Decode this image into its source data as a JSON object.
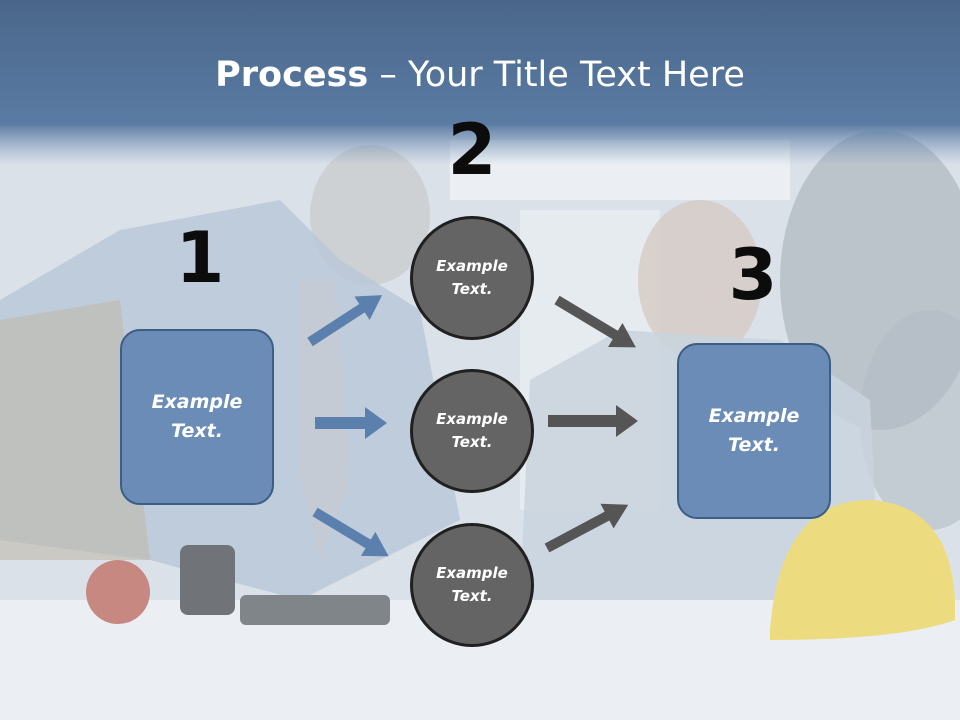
{
  "title": {
    "bold": "Process",
    "rest": " – Your Title Text Here"
  },
  "steps": [
    {
      "number": "1",
      "label": [
        "Example",
        "Text."
      ]
    },
    {
      "number": "2",
      "label": [
        "Example",
        "Text."
      ]
    },
    {
      "number": "3",
      "label": [
        "Example",
        "Text."
      ]
    }
  ],
  "circles": [
    {
      "label": [
        "Example",
        "Text."
      ]
    },
    {
      "label": [
        "Example",
        "Text."
      ]
    },
    {
      "label": [
        "Example",
        "Text."
      ]
    }
  ],
  "colors": {
    "box": "#6a8cb6",
    "circle": "#646464",
    "blue_arrow": "#5b80ad",
    "gray_arrow": "#555555",
    "header": "#4b6a90"
  }
}
